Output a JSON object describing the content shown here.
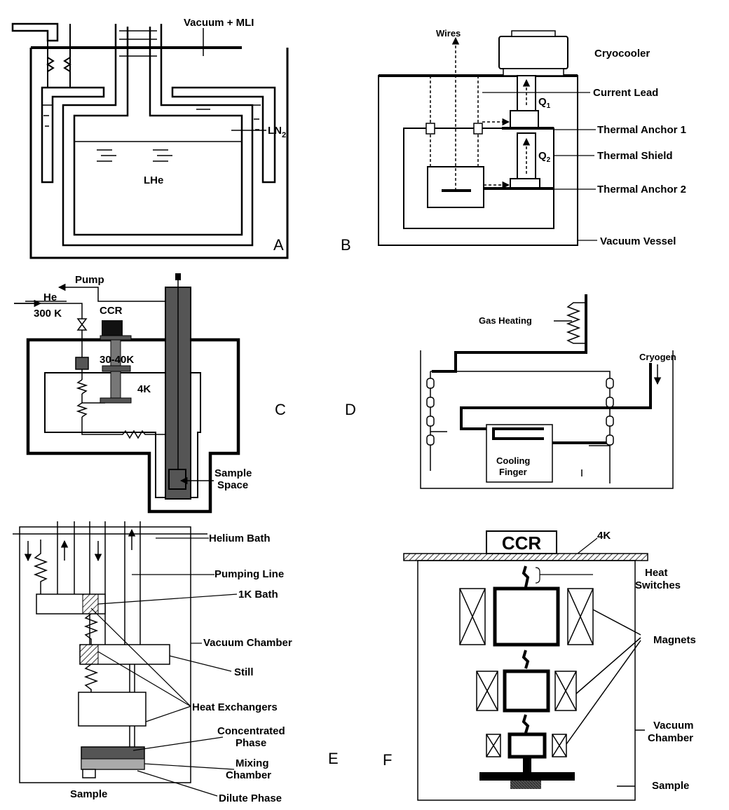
{
  "panel_a": {
    "letter": "A",
    "labels": {
      "vacuum": "Vacuum + MLI",
      "ln2": "LN",
      "ln2_sub": "2",
      "lhe": "LHe"
    }
  },
  "panel_b": {
    "letter": "B",
    "labels": {
      "wires": "Wires",
      "cryocooler": "Cryocooler",
      "current_lead": "Current Lead",
      "q1": "Q",
      "q1_sub": "1",
      "anchor1": "Thermal Anchor 1",
      "q2": "Q",
      "q2_sub": "2",
      "shield": "Thermal Shield",
      "anchor2": "Thermal Anchor 2",
      "vessel": "Vacuum Vessel"
    }
  },
  "panel_c": {
    "letter": "C",
    "labels": {
      "pump": "Pump",
      "he": "He",
      "t300": "300 K",
      "ccr": "CCR",
      "t3040": "30-40K",
      "t4": "4K",
      "sample1": "Sample",
      "sample2": "Space"
    }
  },
  "panel_d": {
    "letter": "D",
    "labels": {
      "gas": "Gas Heating",
      "cryogen": "Cryogen",
      "finger1": "Cooling",
      "finger2": "Finger"
    }
  },
  "panel_e": {
    "letter": "E",
    "labels": {
      "helium_bath": "Helium Bath",
      "pumping": "Pumping Line",
      "bath1k": "1K Bath",
      "vacuum": "Vacuum Chamber",
      "still": "Still",
      "hx": "Heat Exchangers",
      "conc1": "Concentrated",
      "conc2": "Phase",
      "mix1": "Mixing",
      "mix2": "Chamber",
      "sample": "Sample",
      "dilute": "Dilute Phase"
    }
  },
  "panel_f": {
    "letter": "F",
    "labels": {
      "k4": "4K",
      "ccr": "CCR",
      "hs1": "Heat",
      "hs2": "Switches",
      "magnets": "Magnets",
      "vac1": "Vacuum",
      "vac2": "Chamber",
      "sample": "Sample"
    }
  }
}
